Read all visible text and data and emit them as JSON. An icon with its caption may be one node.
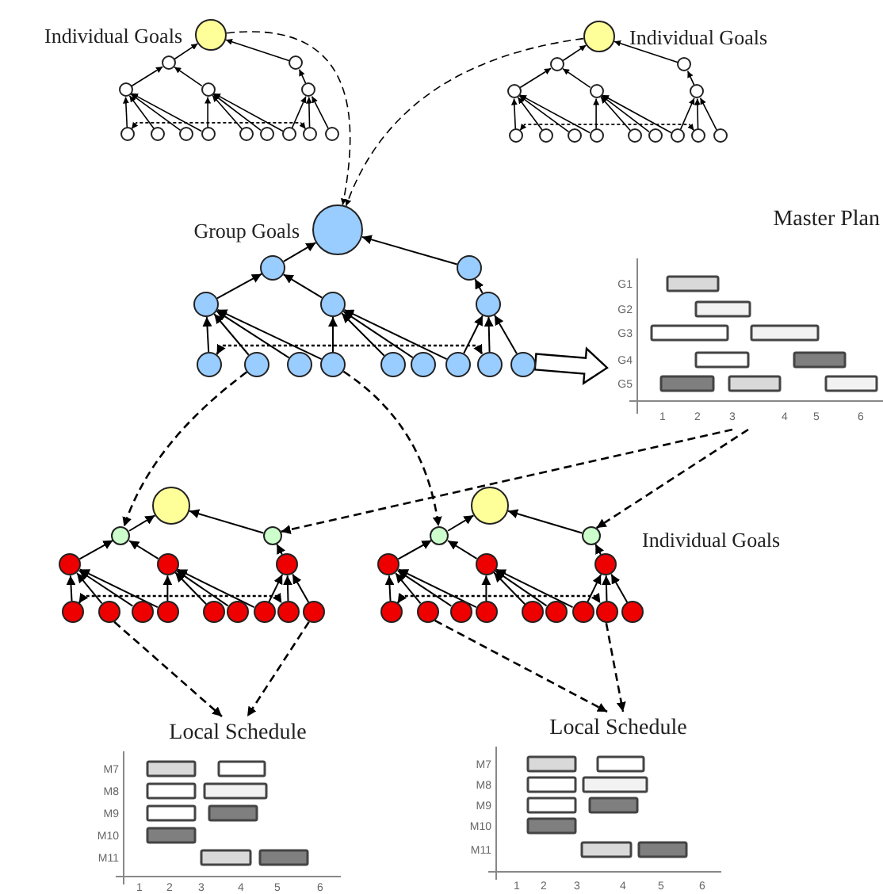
{
  "diagram": {
    "nodes": [
      {
        "text": [],
        "shape": "circle",
        "beside": [
          "Individual Goals"
        ]
      },
      {
        "text": [],
        "shape": "circle"
      },
      {
        "text": [],
        "shape": "circle"
      },
      {
        "text": [],
        "shape": "circle"
      },
      {
        "text": [],
        "shape": "circle"
      },
      {
        "text": [],
        "shape": "circle"
      },
      {
        "text": [],
        "shape": "circle"
      },
      {
        "text": [],
        "shape": "circle"
      },
      {
        "text": [],
        "shape": "circle"
      },
      {
        "text": [],
        "shape": "circle"
      },
      {
        "text": [],
        "shape": "circle"
      },
      {
        "text": [],
        "shape": "circle"
      },
      {
        "text": [],
        "shape": "circle"
      },
      {
        "text": [],
        "shape": "circle"
      },
      {
        "text": [],
        "shape": "circle"
      },
      {
        "text": [],
        "shape": "circle",
        "beside": [
          "Individual Goals"
        ]
      },
      {
        "text": [],
        "shape": "circle"
      },
      {
        "text": [],
        "shape": "circle"
      },
      {
        "text": [],
        "shape": "circle"
      },
      {
        "text": [],
        "shape": "circle"
      },
      {
        "text": [],
        "shape": "circle"
      },
      {
        "text": [],
        "shape": "circle"
      },
      {
        "text": [],
        "shape": "circle"
      },
      {
        "text": [],
        "shape": "circle"
      },
      {
        "text": [],
        "shape": "circle"
      },
      {
        "text": [],
        "shape": "circle"
      },
      {
        "text": [],
        "shape": "circle"
      },
      {
        "text": [],
        "shape": "circle"
      },
      {
        "text": [],
        "shape": "circle"
      },
      {
        "text": [],
        "shape": "circle"
      },
      {
        "text": [],
        "shape": "circle",
        "beside": [
          "Group Goals"
        ]
      },
      {
        "text": [],
        "shape": "circle"
      },
      {
        "text": [],
        "shape": "circle"
      },
      {
        "text": [],
        "shape": "circle"
      },
      {
        "text": [],
        "shape": "circle"
      },
      {
        "text": [],
        "shape": "circle"
      },
      {
        "text": [],
        "shape": "circle"
      },
      {
        "text": [],
        "shape": "circle"
      },
      {
        "text": [],
        "shape": "circle"
      },
      {
        "text": [],
        "shape": "circle"
      },
      {
        "text": [],
        "shape": "circle"
      },
      {
        "text": [],
        "shape": "circle"
      },
      {
        "text": [],
        "shape": "circle"
      },
      {
        "text": [],
        "shape": "circle"
      },
      {
        "text": [],
        "shape": "circle"
      },
      {
        "text": [
          "Master Plan"
        ]
      },
      {
        "text": [],
        "shape": "circle"
      },
      {
        "text": [],
        "shape": "circle"
      },
      {
        "text": [],
        "shape": "circle"
      },
      {
        "text": [],
        "shape": "circle"
      },
      {
        "text": [],
        "shape": "circle"
      },
      {
        "text": [],
        "shape": "circle"
      },
      {
        "text": [],
        "shape": "circle"
      },
      {
        "text": [],
        "shape": "circle"
      },
      {
        "text": [],
        "shape": "circle"
      },
      {
        "text": [],
        "shape": "circle"
      },
      {
        "text": [],
        "shape": "circle"
      },
      {
        "text": [],
        "shape": "circle"
      },
      {
        "text": [],
        "shape": "circle"
      },
      {
        "text": [],
        "shape": "circle"
      },
      {
        "text": [],
        "shape": "circle"
      },
      {
        "text": [],
        "shape": "circle"
      },
      {
        "text": [],
        "shape": "circle"
      },
      {
        "text": [],
        "shape": "circle"
      },
      {
        "text": [],
        "shape": "circle"
      },
      {
        "text": [],
        "shape": "circle"
      },
      {
        "text": [],
        "shape": "circle"
      },
      {
        "text": [],
        "shape": "circle"
      },
      {
        "text": [],
        "shape": "circle"
      },
      {
        "text": [],
        "shape": "circle"
      },
      {
        "text": [],
        "shape": "circle"
      },
      {
        "text": [],
        "shape": "circle"
      },
      {
        "text": [],
        "shape": "circle"
      },
      {
        "text": [],
        "shape": "circle"
      },
      {
        "text": [],
        "shape": "circle"
      },
      {
        "text": [],
        "shape": "circle"
      },
      {
        "text": [
          "Local Schedule"
        ]
      },
      {
        "text": [
          "Local Schedule"
        ]
      }
    ],
    "edges": [
      {
        "from": 1,
        "to": 0,
        "arrow": "to"
      },
      {
        "from": 2,
        "to": 0,
        "arrow": "to"
      },
      {
        "from": 3,
        "to": 1,
        "arrow": "to"
      },
      {
        "from": 4,
        "to": 1,
        "arrow": "to"
      },
      {
        "from": 5,
        "to": 2,
        "arrow": "to"
      },
      {
        "from": 6,
        "to": 3,
        "arrow": "to"
      },
      {
        "from": 7,
        "to": 3,
        "arrow": "to"
      },
      {
        "from": 8,
        "to": 3,
        "arrow": "to"
      },
      {
        "from": 9,
        "to": 3,
        "arrow": "to"
      },
      {
        "from": 9,
        "to": 4,
        "arrow": "to"
      },
      {
        "from": 10,
        "to": 4,
        "arrow": "to"
      },
      {
        "from": 11,
        "to": 4,
        "arrow": "to"
      },
      {
        "from": 12,
        "to": 4,
        "arrow": "to"
      },
      {
        "from": 12,
        "to": 5,
        "arrow": "to"
      },
      {
        "from": 13,
        "to": 5,
        "arrow": "to"
      },
      {
        "from": 14,
        "to": 5,
        "arrow": "to"
      },
      {
        "from": 6,
        "to": 13,
        "arrow": "both",
        "style": "dashed"
      },
      {
        "from": 16,
        "to": 15,
        "arrow": "to"
      },
      {
        "from": 17,
        "to": 15,
        "arrow": "to"
      },
      {
        "from": 18,
        "to": 16,
        "arrow": "to"
      },
      {
        "from": 19,
        "to": 16,
        "arrow": "to"
      },
      {
        "from": 20,
        "to": 17,
        "arrow": "to"
      },
      {
        "from": 21,
        "to": 18,
        "arrow": "to"
      },
      {
        "from": 22,
        "to": 18,
        "arrow": "to"
      },
      {
        "from": 23,
        "to": 18,
        "arrow": "to"
      },
      {
        "from": 24,
        "to": 18,
        "arrow": "to"
      },
      {
        "from": 24,
        "to": 19,
        "arrow": "to"
      },
      {
        "from": 25,
        "to": 19,
        "arrow": "to"
      },
      {
        "from": 26,
        "to": 19,
        "arrow": "to"
      },
      {
        "from": 27,
        "to": 19,
        "arrow": "to"
      },
      {
        "from": 27,
        "to": 20,
        "arrow": "to"
      },
      {
        "from": 28,
        "to": 20,
        "arrow": "to"
      },
      {
        "from": 29,
        "to": 20,
        "arrow": "to"
      },
      {
        "from": 21,
        "to": 28,
        "arrow": "both",
        "style": "dashed"
      },
      {
        "from": 31,
        "to": 30,
        "arrow": "to"
      },
      {
        "from": 32,
        "to": 30,
        "arrow": "to"
      },
      {
        "from": 33,
        "to": 31,
        "arrow": "to"
      },
      {
        "from": 34,
        "to": 31,
        "arrow": "to"
      },
      {
        "from": 35,
        "to": 32,
        "arrow": "to"
      },
      {
        "from": 36,
        "to": 33,
        "arrow": "to"
      },
      {
        "from": 37,
        "to": 33,
        "arrow": "to"
      },
      {
        "from": 38,
        "to": 33,
        "arrow": "to"
      },
      {
        "from": 39,
        "to": 33,
        "arrow": "to"
      },
      {
        "from": 39,
        "to": 34,
        "arrow": "to"
      },
      {
        "from": 40,
        "to": 34,
        "arrow": "to"
      },
      {
        "from": 41,
        "to": 34,
        "arrow": "to"
      },
      {
        "from": 42,
        "to": 34,
        "arrow": "to"
      },
      {
        "from": 42,
        "to": 35,
        "arrow": "to"
      },
      {
        "from": 43,
        "to": 35,
        "arrow": "to"
      },
      {
        "from": 44,
        "to": 35,
        "arrow": "to"
      },
      {
        "from": 36,
        "to": 43,
        "arrow": "both",
        "style": "dashed"
      },
      {
        "from": 47,
        "to": 46,
        "arrow": "to"
      },
      {
        "from": 48,
        "to": 46,
        "arrow": "to"
      },
      {
        "from": 49,
        "to": 47,
        "arrow": "to"
      },
      {
        "from": 50,
        "to": 47,
        "arrow": "to"
      },
      {
        "from": 51,
        "to": 48,
        "arrow": "to"
      },
      {
        "from": 52,
        "to": 49,
        "arrow": "to"
      },
      {
        "from": 53,
        "to": 49,
        "arrow": "to"
      },
      {
        "from": 54,
        "to": 49,
        "arrow": "to"
      },
      {
        "from": 55,
        "to": 49,
        "arrow": "to"
      },
      {
        "from": 55,
        "to": 50,
        "arrow": "to"
      },
      {
        "from": 56,
        "to": 50,
        "arrow": "to"
      },
      {
        "from": 57,
        "to": 50,
        "arrow": "to"
      },
      {
        "from": 58,
        "to": 50,
        "arrow": "to"
      },
      {
        "from": 58,
        "to": 51,
        "arrow": "to"
      },
      {
        "from": 59,
        "to": 51,
        "arrow": "to"
      },
      {
        "from": 60,
        "to": 51,
        "arrow": "to"
      },
      {
        "from": 52,
        "to": 59,
        "arrow": "both",
        "style": "dashed"
      },
      {
        "from": 62,
        "to": 61,
        "arrow": "to"
      },
      {
        "from": 63,
        "to": 61,
        "arrow": "to"
      },
      {
        "from": 64,
        "to": 62,
        "arrow": "to"
      },
      {
        "from": 65,
        "to": 62,
        "arrow": "to"
      },
      {
        "from": 66,
        "to": 63,
        "arrow": "to"
      },
      {
        "from": 67,
        "to": 64,
        "arrow": "to"
      },
      {
        "from": 68,
        "to": 64,
        "arrow": "to"
      },
      {
        "from": 69,
        "to": 64,
        "arrow": "to"
      },
      {
        "from": 70,
        "to": 64,
        "arrow": "to"
      },
      {
        "from": 70,
        "to": 65,
        "arrow": "to"
      },
      {
        "from": 71,
        "to": 65,
        "arrow": "to"
      },
      {
        "from": 72,
        "to": 65,
        "arrow": "to"
      },
      {
        "from": 73,
        "to": 65,
        "arrow": "to"
      },
      {
        "from": 73,
        "to": 66,
        "arrow": "to"
      },
      {
        "from": 74,
        "to": 66,
        "arrow": "to"
      },
      {
        "from": 75,
        "to": 66,
        "arrow": "to"
      },
      {
        "from": 67,
        "to": 74,
        "arrow": "both",
        "style": "dashed"
      },
      {
        "from": 0,
        "to": 30,
        "arrow": "to",
        "style": "dashed"
      },
      {
        "from": 15,
        "to": 30,
        "arrow": "to",
        "style": "dashed"
      },
      {
        "from": 37,
        "to": 47,
        "arrow": "to",
        "style": "dashed"
      },
      {
        "from": 39,
        "to": 62,
        "arrow": "to",
        "style": "dashed"
      },
      {
        "from": 44,
        "to": 45,
        "arrow": "to",
        "style": "thick"
      },
      {
        "from": 45,
        "to": 48,
        "arrow": "to",
        "style": "dashed"
      },
      {
        "from": 45,
        "to": 63,
        "arrow": "to",
        "style": "dashed"
      },
      {
        "from": 53,
        "to": 76,
        "arrow": "to",
        "style": "dashed"
      },
      {
        "from": 60,
        "to": 76,
        "arrow": "to",
        "style": "dashed"
      },
      {
        "from": 68,
        "to": 77,
        "arrow": "to",
        "style": "dashed"
      },
      {
        "from": 74,
        "to": 77,
        "arrow": "to",
        "style": "dashed"
      }
    ],
    "labels": [
      "G1",
      "G2",
      "G3",
      "G4",
      "G5",
      "1",
      "2",
      "3",
      "4",
      "5",
      "6",
      "Individual Goals",
      "M7",
      "M8",
      "M9",
      "M10",
      "M11",
      "1",
      "2",
      "3",
      "4",
      "5",
      "6",
      "M7",
      "M8",
      "M9",
      "M10",
      "M11",
      "1",
      "2",
      "3",
      "4",
      "5",
      "6"
    ]
  }
}
